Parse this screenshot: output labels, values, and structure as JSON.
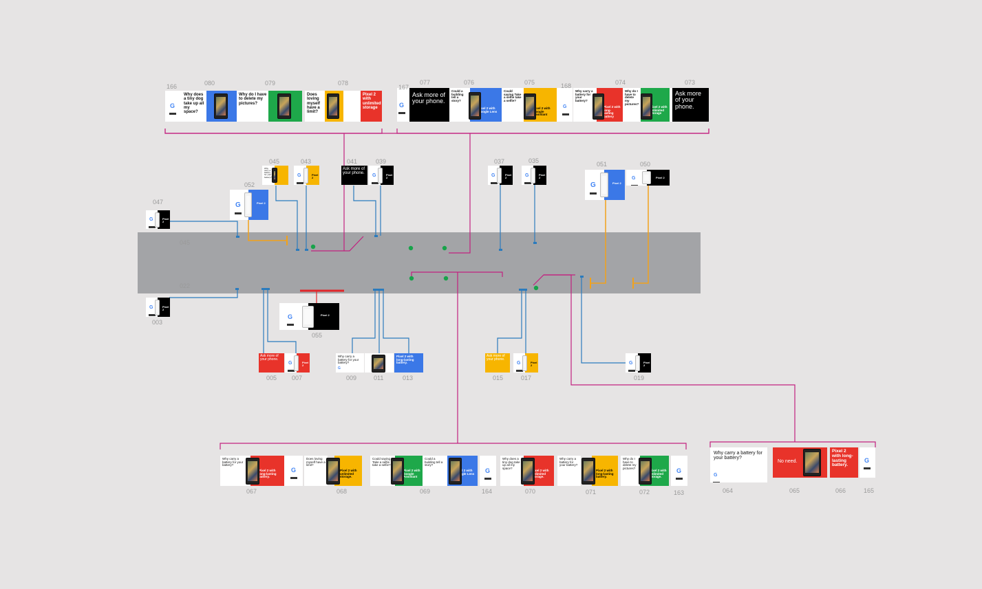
{
  "canvas": {
    "background": "#e6e4e4",
    "road_color": "#a3a4a7"
  },
  "colors": {
    "magenta": "#c2207f",
    "blue_line": "#2b7bbd",
    "orange_line": "#f2a21b",
    "green_dot": "#17a34a",
    "red_bar": "#e0262a",
    "panel_blue": "#3b78e7",
    "panel_green": "#1ea84a",
    "panel_yellow": "#f7b500",
    "panel_red": "#e8332a",
    "panel_black": "#000000",
    "panel_white": "#ffffff"
  },
  "road": {
    "label_upper": "045",
    "label_lower": "022"
  },
  "top_left_group": {
    "ids": [
      "166",
      "080",
      "079",
      "078"
    ],
    "texts": {
      "q1": "Why does a tiny dog take up all my space?",
      "q2": "Why do I have to delete my pictures?",
      "q3": "Does loving myself have a limit?",
      "p1": "Pixel 2 with unlimited storage"
    }
  },
  "top_right_group": {
    "ids": [
      "167",
      "077",
      "076",
      "075",
      "168",
      "074",
      "073"
    ],
    "texts": {
      "ask": "Ask more of your phone.",
      "q1": "Could a building tell a story?",
      "q2": "Could saying Take a selfie take a selfie?",
      "p1": "Pixel 2 with Google Lens",
      "p2": "Pixel 2 with Google Assistant",
      "q3": "Why carry a battery for your battery?",
      "p3": "Pixel 2 with long-lasting battery",
      "q4": "Why do I have to delete my pictures?",
      "p4": "Pixel 2 with unlimited storage",
      "ask2": "Ask more of your phone."
    }
  },
  "small_boards": {
    "ids": [
      "045",
      "043",
      "041",
      "039",
      "052",
      "047",
      "037",
      "035",
      "051",
      "050",
      "003",
      "055",
      "005",
      "007",
      "009",
      "011",
      "013",
      "015",
      "017",
      "019"
    ],
    "pixel2": "Pixel 2",
    "ask": "Ask more of your phone.",
    "battery_q": "Why carry a battery for your battery?",
    "long_battery": "Pixel 2 with long-lasting battery."
  },
  "bottom_group": {
    "ids": [
      "067",
      "068",
      "069",
      "164",
      "070",
      "071",
      "072",
      "163"
    ],
    "texts": {
      "q_battery": "Why carry a battery for your battery?",
      "p_battery": "Pixel 2 with long-lasting battery.",
      "q_loving": "Does loving myself have a limit?",
      "p_storage": "Pixel 2 with unlimited storage.",
      "q_selfie": "Could saying Take a selfie take a selfie?",
      "p_assistant": "Pixel 2 with Google Assistant",
      "q_building": "Could a building tell a story?",
      "p_lens": "Pixel 2 with Google Lens",
      "q_dog": "Why does a tiny dog take up all my space?",
      "p_storage2": "Pixel 2 with unlimited storage.",
      "q_battery2": "Why carry a battery for your battery?",
      "p_battery2": "Pixel 2 with long-lasting battery.",
      "q_delete": "Why do I have to delete my pictures?",
      "p_storage3": "Pixel 2 with unlimited storage."
    }
  },
  "bottom_right_group": {
    "ids": [
      "064",
      "065",
      "066",
      "165"
    ],
    "texts": {
      "q": "Why carry a battery for your battery?",
      "no": "No need.",
      "p": "Pixel 2 with long-lasting battery."
    }
  },
  "logo_text": "G"
}
